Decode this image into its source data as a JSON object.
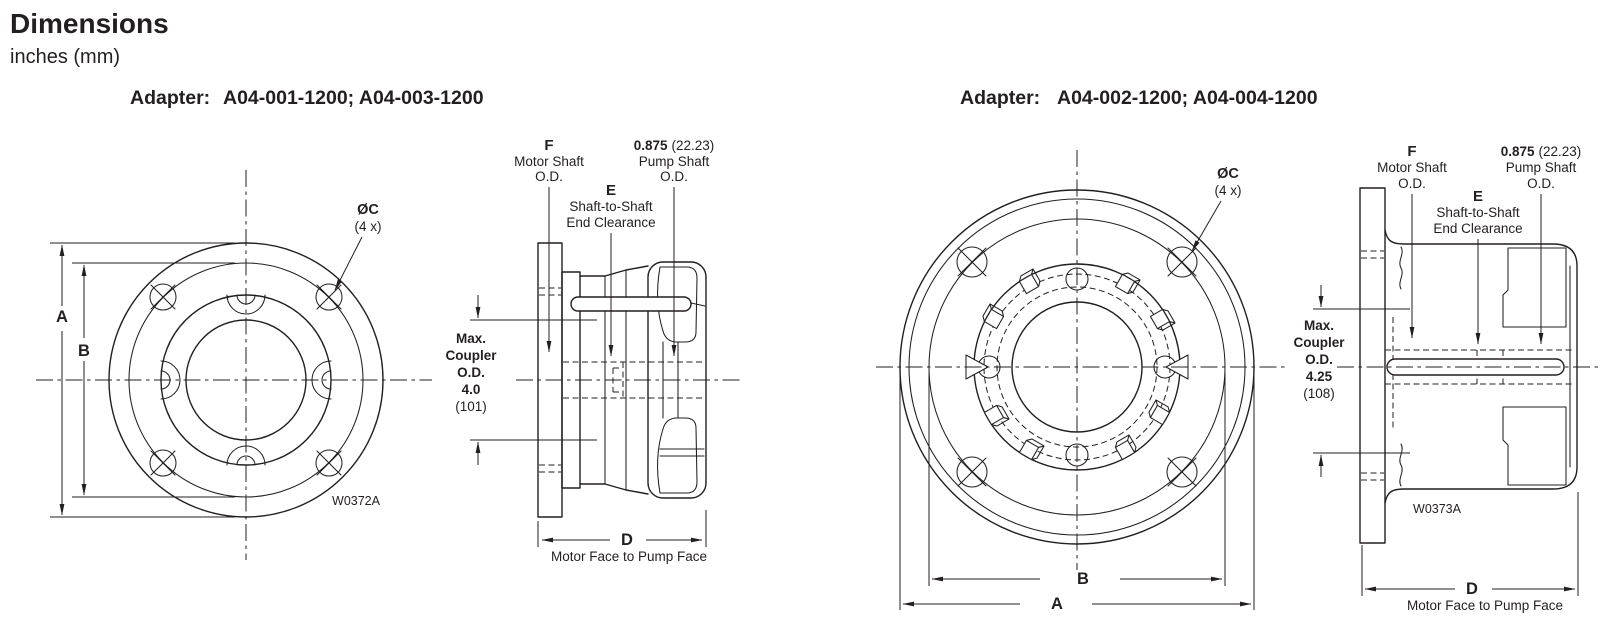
{
  "header": {
    "title": "Dimensions",
    "units": "inches (mm)"
  },
  "colors": {
    "ink": "#231f20",
    "paper": "#ffffff"
  },
  "adapters": {
    "left": {
      "label": "Adapter:",
      "models": "A04-001-1200; A04-003-1200"
    },
    "right": {
      "label": "Adapter:",
      "models": "A04-002-1200; A04-004-1200"
    }
  },
  "shared": {
    "motor_shaft": {
      "letter": "F",
      "line1": "Motor Shaft",
      "line2": "O.D."
    },
    "pump_shaft": {
      "value": "0.875",
      "value_mm": "(22.23)",
      "line1": "Pump Shaft",
      "line2": "O.D."
    },
    "end_clearance": {
      "letter": "E",
      "line1": "Shaft-to-Shaft",
      "line2": "End Clearance"
    },
    "bolt_holes": {
      "label": "ØC",
      "count": "(4 x)"
    },
    "max_coupler": {
      "line1": "Max.",
      "line2": "Coupler",
      "line3": "O.D."
    },
    "dim_a": "A",
    "dim_b": "B",
    "dim_d": "D",
    "dim_d_caption": "Motor Face to Pump Face"
  },
  "left_view": {
    "max_coupler_value": "4.0",
    "max_coupler_mm": "(101)",
    "drawing_number": "W0372A"
  },
  "right_view": {
    "max_coupler_value": "4.25",
    "max_coupler_mm": "(108)",
    "drawing_number": "W0373A"
  }
}
